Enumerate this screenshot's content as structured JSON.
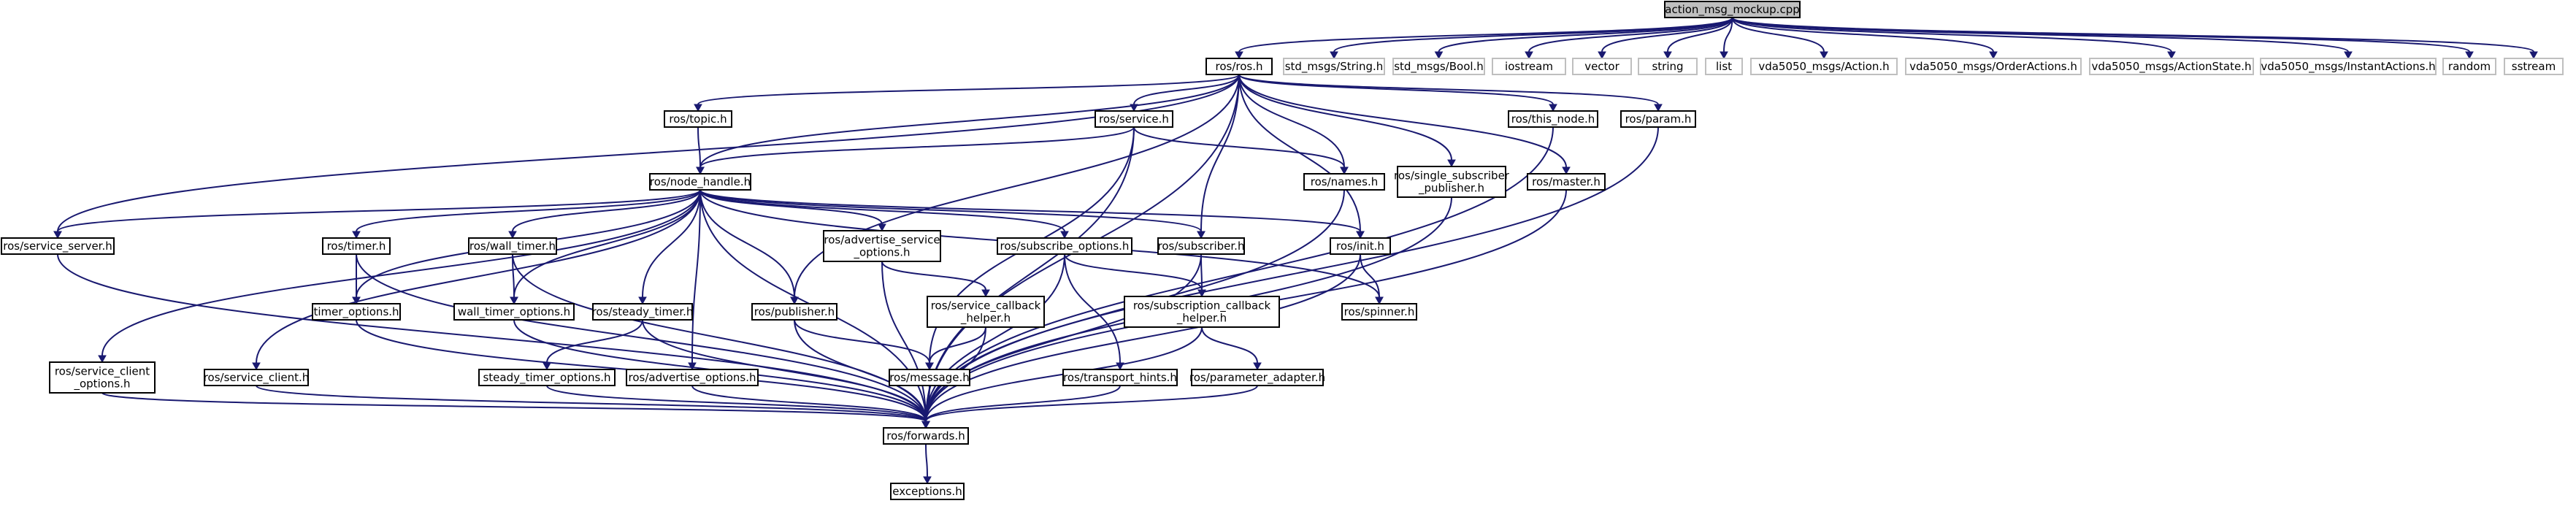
{
  "diagram": {
    "nodes": [
      {
        "id": "root",
        "lines": [
          "action_msg_mockup.cpp"
        ],
        "kind": "root"
      },
      {
        "id": "ros_h",
        "lines": [
          "ros/ros.h"
        ]
      },
      {
        "id": "std_string",
        "lines": [
          "std_msgs/String.h"
        ],
        "kind": "ext"
      },
      {
        "id": "std_bool",
        "lines": [
          "std_msgs/Bool.h"
        ],
        "kind": "ext"
      },
      {
        "id": "iostream",
        "lines": [
          "iostream"
        ],
        "kind": "ext"
      },
      {
        "id": "vector",
        "lines": [
          "vector"
        ],
        "kind": "ext"
      },
      {
        "id": "string",
        "lines": [
          "string"
        ],
        "kind": "ext"
      },
      {
        "id": "list",
        "lines": [
          "list"
        ],
        "kind": "ext"
      },
      {
        "id": "vda_action",
        "lines": [
          "vda5050_msgs/Action.h"
        ],
        "kind": "ext"
      },
      {
        "id": "vda_orderactions",
        "lines": [
          "vda5050_msgs/OrderActions.h"
        ],
        "kind": "ext"
      },
      {
        "id": "vda_actionstate",
        "lines": [
          "vda5050_msgs/ActionState.h"
        ],
        "kind": "ext"
      },
      {
        "id": "vda_instant",
        "lines": [
          "vda5050_msgs/InstantActions.h"
        ],
        "kind": "ext"
      },
      {
        "id": "random",
        "lines": [
          "random"
        ],
        "kind": "ext"
      },
      {
        "id": "sstream",
        "lines": [
          "sstream"
        ],
        "kind": "ext"
      },
      {
        "id": "topic",
        "lines": [
          "ros/topic.h"
        ]
      },
      {
        "id": "service",
        "lines": [
          "ros/service.h"
        ]
      },
      {
        "id": "this_node",
        "lines": [
          "ros/this_node.h"
        ]
      },
      {
        "id": "param",
        "lines": [
          "ros/param.h"
        ]
      },
      {
        "id": "node_handle",
        "lines": [
          "ros/node_handle.h"
        ]
      },
      {
        "id": "names",
        "lines": [
          "ros/names.h"
        ]
      },
      {
        "id": "single_sub",
        "lines": [
          "ros/single_subscriber",
          "_publisher.h"
        ]
      },
      {
        "id": "master",
        "lines": [
          "ros/master.h"
        ]
      },
      {
        "id": "service_server",
        "lines": [
          "ros/service_server.h"
        ]
      },
      {
        "id": "timer",
        "lines": [
          "ros/timer.h"
        ]
      },
      {
        "id": "wall_timer",
        "lines": [
          "ros/wall_timer.h"
        ]
      },
      {
        "id": "adv_service_opts",
        "lines": [
          "ros/advertise_service",
          "_options.h"
        ]
      },
      {
        "id": "subscribe_options",
        "lines": [
          "ros/subscribe_options.h"
        ]
      },
      {
        "id": "subscriber",
        "lines": [
          "ros/subscriber.h"
        ]
      },
      {
        "id": "init",
        "lines": [
          "ros/init.h"
        ]
      },
      {
        "id": "timer_options",
        "lines": [
          "timer_options.h"
        ]
      },
      {
        "id": "wall_timer_options",
        "lines": [
          "wall_timer_options.h"
        ]
      },
      {
        "id": "steady_timer",
        "lines": [
          "ros/steady_timer.h"
        ]
      },
      {
        "id": "publisher",
        "lines": [
          "ros/publisher.h"
        ]
      },
      {
        "id": "service_callback_helper",
        "lines": [
          "ros/service_callback",
          "_helper.h"
        ]
      },
      {
        "id": "subscription_callback_helper",
        "lines": [
          "ros/subscription_callback",
          "_helper.h"
        ]
      },
      {
        "id": "spinner",
        "lines": [
          "ros/spinner.h"
        ]
      },
      {
        "id": "service_client_opts",
        "lines": [
          "ros/service_client",
          "_options.h"
        ]
      },
      {
        "id": "service_client",
        "lines": [
          "ros/service_client.h"
        ]
      },
      {
        "id": "steady_timer_options",
        "lines": [
          "steady_timer_options.h"
        ]
      },
      {
        "id": "advertise_options",
        "lines": [
          "ros/advertise_options.h"
        ]
      },
      {
        "id": "message",
        "lines": [
          "ros/message.h"
        ]
      },
      {
        "id": "transport_hints",
        "lines": [
          "ros/transport_hints.h"
        ]
      },
      {
        "id": "parameter_adapter",
        "lines": [
          "ros/parameter_adapter.h"
        ]
      },
      {
        "id": "forwards",
        "lines": [
          "ros/forwards.h"
        ]
      },
      {
        "id": "exceptions",
        "lines": [
          "exceptions.h"
        ]
      }
    ],
    "edges": [
      [
        "root",
        "ros_h"
      ],
      [
        "root",
        "std_string"
      ],
      [
        "root",
        "std_bool"
      ],
      [
        "root",
        "iostream"
      ],
      [
        "root",
        "vector"
      ],
      [
        "root",
        "string"
      ],
      [
        "root",
        "list"
      ],
      [
        "root",
        "vda_action"
      ],
      [
        "root",
        "vda_orderactions"
      ],
      [
        "root",
        "vda_actionstate"
      ],
      [
        "root",
        "vda_instant"
      ],
      [
        "root",
        "random"
      ],
      [
        "root",
        "sstream"
      ],
      [
        "ros_h",
        "topic"
      ],
      [
        "ros_h",
        "service"
      ],
      [
        "ros_h",
        "this_node"
      ],
      [
        "ros_h",
        "param"
      ],
      [
        "ros_h",
        "node_handle"
      ],
      [
        "ros_h",
        "names"
      ],
      [
        "ros_h",
        "single_sub"
      ],
      [
        "ros_h",
        "master"
      ],
      [
        "ros_h",
        "service_server"
      ],
      [
        "ros_h",
        "publisher"
      ],
      [
        "ros_h",
        "subscriber"
      ],
      [
        "ros_h",
        "init"
      ],
      [
        "ros_h",
        "forwards"
      ],
      [
        "topic",
        "node_handle"
      ],
      [
        "service",
        "node_handle"
      ],
      [
        "service",
        "names"
      ],
      [
        "service",
        "message"
      ],
      [
        "service",
        "forwards"
      ],
      [
        "this_node",
        "forwards"
      ],
      [
        "param",
        "forwards"
      ],
      [
        "names",
        "forwards"
      ],
      [
        "single_sub",
        "forwards"
      ],
      [
        "master",
        "forwards"
      ],
      [
        "node_handle",
        "service_server"
      ],
      [
        "node_handle",
        "service_client_opts"
      ],
      [
        "node_handle",
        "service_client"
      ],
      [
        "node_handle",
        "timer"
      ],
      [
        "node_handle",
        "timer_options"
      ],
      [
        "node_handle",
        "wall_timer"
      ],
      [
        "node_handle",
        "wall_timer_options"
      ],
      [
        "node_handle",
        "steady_timer"
      ],
      [
        "node_handle",
        "advertise_options"
      ],
      [
        "node_handle",
        "publisher"
      ],
      [
        "node_handle",
        "adv_service_opts"
      ],
      [
        "node_handle",
        "subscribe_options"
      ],
      [
        "node_handle",
        "subscriber"
      ],
      [
        "node_handle",
        "init"
      ],
      [
        "node_handle",
        "spinner"
      ],
      [
        "node_handle",
        "forwards"
      ],
      [
        "service_server",
        "forwards"
      ],
      [
        "service_client_opts",
        "forwards"
      ],
      [
        "service_client",
        "forwards"
      ],
      [
        "timer",
        "timer_options"
      ],
      [
        "timer",
        "forwards"
      ],
      [
        "timer_options",
        "forwards"
      ],
      [
        "wall_timer",
        "wall_timer_options"
      ],
      [
        "wall_timer",
        "forwards"
      ],
      [
        "wall_timer_options",
        "forwards"
      ],
      [
        "steady_timer",
        "steady_timer_options"
      ],
      [
        "steady_timer",
        "forwards"
      ],
      [
        "steady_timer_options",
        "forwards"
      ],
      [
        "advertise_options",
        "forwards"
      ],
      [
        "publisher",
        "message"
      ],
      [
        "publisher",
        "forwards"
      ],
      [
        "adv_service_opts",
        "service_callback_helper"
      ],
      [
        "adv_service_opts",
        "forwards"
      ],
      [
        "service_callback_helper",
        "message"
      ],
      [
        "service_callback_helper",
        "forwards"
      ],
      [
        "subscribe_options",
        "subscription_callback_helper"
      ],
      [
        "subscribe_options",
        "transport_hints"
      ],
      [
        "subscribe_options",
        "forwards"
      ],
      [
        "subscriber",
        "subscription_callback_helper"
      ],
      [
        "subscriber",
        "forwards"
      ],
      [
        "subscription_callback_helper",
        "parameter_adapter"
      ],
      [
        "subscription_callback_helper",
        "forwards"
      ],
      [
        "parameter_adapter",
        "forwards"
      ],
      [
        "transport_hints",
        "forwards"
      ],
      [
        "message",
        "forwards"
      ],
      [
        "init",
        "spinner"
      ],
      [
        "init",
        "forwards"
      ],
      [
        "forwards",
        "exceptions"
      ]
    ]
  }
}
